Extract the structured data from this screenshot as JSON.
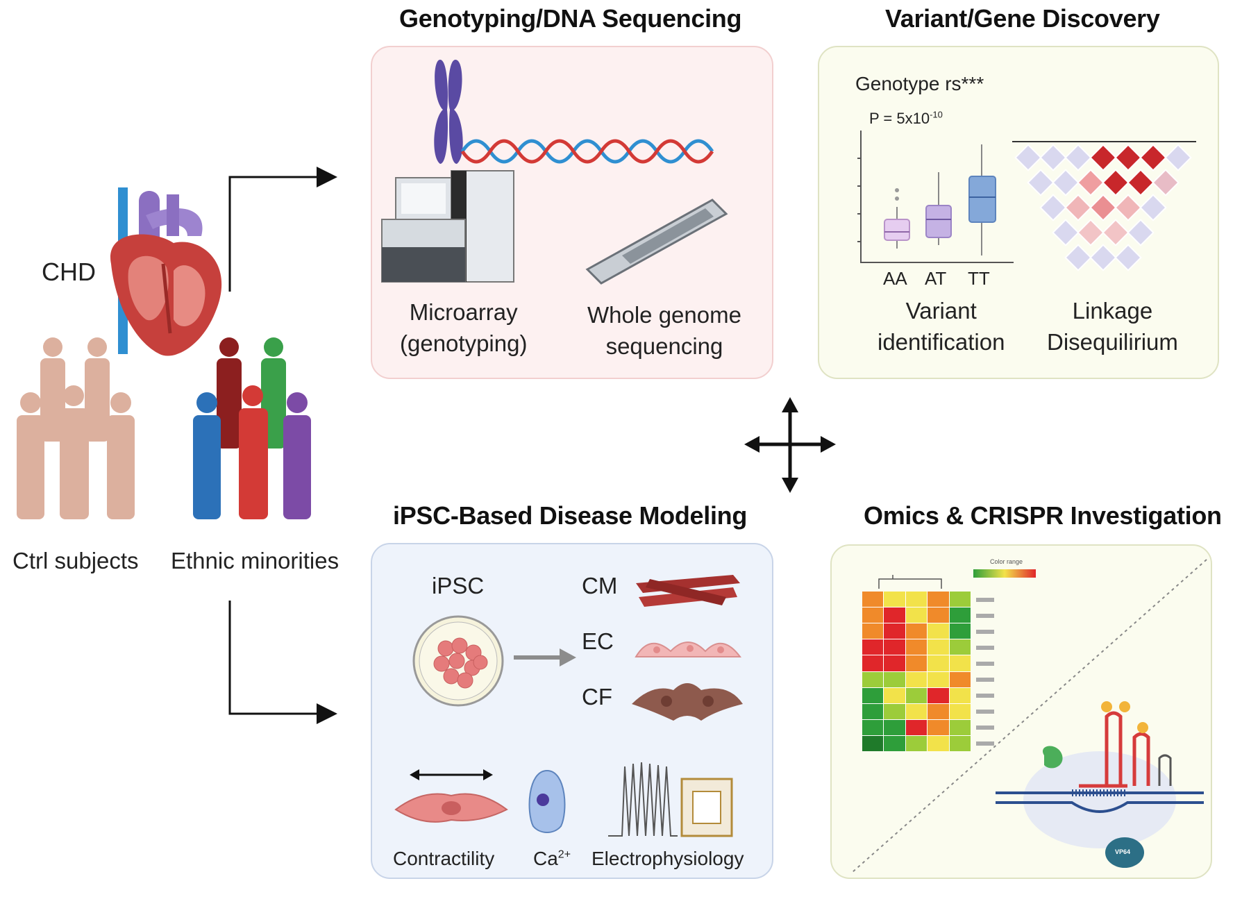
{
  "left": {
    "chd_label": "CHD",
    "ctrl_label": "Ctrl subjects",
    "ethnic_label": "Ethnic minorities"
  },
  "genotyping": {
    "title": "Genotyping/DNA Sequencing",
    "microarray_line1": "Microarray",
    "microarray_line2": "(genotyping)",
    "wgs_line1": "Whole genome",
    "wgs_line2": "sequencing"
  },
  "variant": {
    "title": "Variant/Gene Discovery",
    "plot_title": "Genotype rs***",
    "p_value": "P = 5x10",
    "p_exp": "-10",
    "categories": [
      "AA",
      "AT",
      "TT"
    ],
    "variant_line1": "Variant",
    "variant_line2": "identification",
    "ld_line1": "Linkage",
    "ld_line2": "Disequilirium"
  },
  "ipsc": {
    "title": "iPSC-Based Disease Modeling",
    "ipsc_label": "iPSC",
    "cm_label": "CM",
    "ec_label": "EC",
    "cf_label": "CF",
    "contractility_label": "Contractility",
    "ca_label": "Ca",
    "ca_sup": "2+",
    "electro_label": "Electrophysiology"
  },
  "omics": {
    "title": "Omics & CRISPR Investigation",
    "color_range_label": "Color range",
    "vp64_label": "VP64"
  },
  "colors": {
    "genotyping_panel_bg": "#fdf1f1",
    "variant_panel_bg": "#fbfcef",
    "ipsc_panel_bg": "#eef3fb",
    "omics_panel_bg": "#fbfcef"
  }
}
